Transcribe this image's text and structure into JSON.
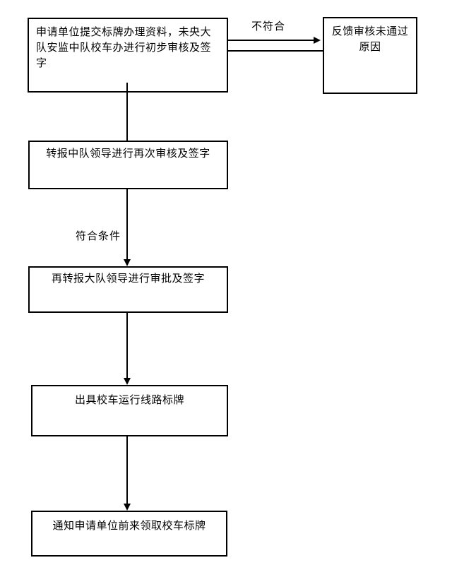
{
  "diagram": {
    "background_color": "#ffffff",
    "line_color": "#000000",
    "text_color": "#000000",
    "nodes": {
      "apply": {
        "label": "申请单位提交标牌办理资料，未央大队安监中队校车办进行初步审核及签字"
      },
      "feedback": {
        "label": "反馈审核未通过原因"
      },
      "recheck": {
        "label": "转报中队领导进行再次审核及签字"
      },
      "approve": {
        "label": "再转报大队领导进行审批及签字"
      },
      "issue": {
        "label": "出具校车运行线路标牌"
      },
      "notify": {
        "label": "通知申请单位前来领取校车标牌"
      }
    },
    "edge_labels": {
      "not_conform": "不符合",
      "conform": "符合条件"
    }
  }
}
